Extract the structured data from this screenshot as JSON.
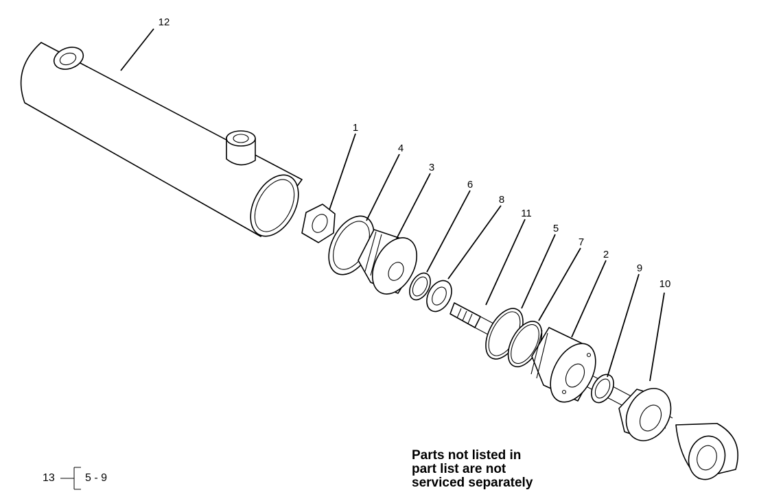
{
  "callouts": [
    {
      "id": "12",
      "label": "12"
    },
    {
      "id": "1",
      "label": "1"
    },
    {
      "id": "4",
      "label": "4"
    },
    {
      "id": "3",
      "label": "3"
    },
    {
      "id": "6",
      "label": "6"
    },
    {
      "id": "8",
      "label": "8"
    },
    {
      "id": "11",
      "label": "11"
    },
    {
      "id": "5",
      "label": "5"
    },
    {
      "id": "7",
      "label": "7"
    },
    {
      "id": "2",
      "label": "2"
    },
    {
      "id": "9",
      "label": "9"
    },
    {
      "id": "10",
      "label": "10"
    }
  ],
  "note": {
    "line1": "Parts not listed in",
    "line2": "part list are not",
    "line3": "serviced separately"
  },
  "kit": {
    "number": "13",
    "range": "5 - 9"
  }
}
